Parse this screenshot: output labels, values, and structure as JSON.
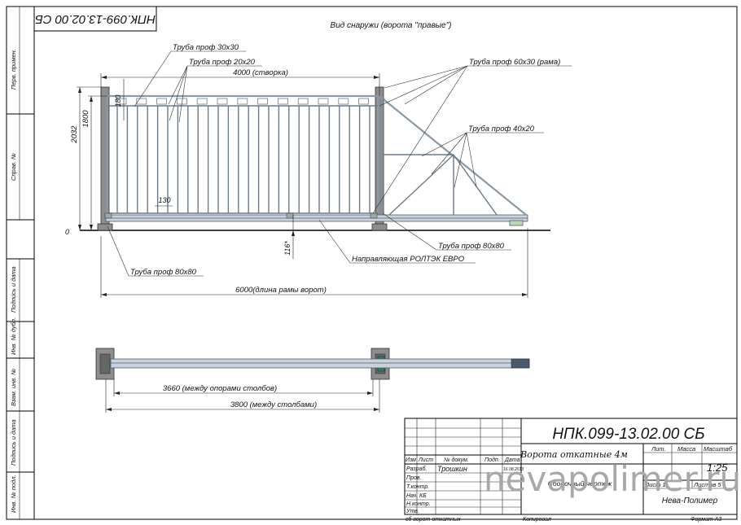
{
  "stamp_code_rotated": "НПК.099-13.02.00 СБ",
  "view_title": "Вид снаружи (ворота \"правые\")",
  "callouts": {
    "tube_30x30": "Труба проф 30x30",
    "tube_20x20": "Труба проф 20x20",
    "tube_60x30": "Труба проф 60x30 (рама)",
    "tube_40x20": "Труба проф 40x20",
    "tube_80x80_right": "Труба проф 80x80",
    "rail": "Направляющая РОЛТЭК ЕВРО",
    "tube_80x80_left": "Труба проф 80x80"
  },
  "dims": {
    "leaf_width": "4000 (створка)",
    "height_total": "2032",
    "height_leaf": "1800",
    "top_offset": "180",
    "pitch": "130",
    "zero": "0",
    "clearance": "116*",
    "frame_length": "6000(длина рамы ворот)",
    "between_supports": "3660 (между опорами столбов)",
    "between_posts": "3800 (между столбами)"
  },
  "side_stamps": {
    "perv_primen": "Перв. примен.",
    "sprav_no": "Справ. №",
    "podp_data_1": "Подпись и дата",
    "inv_dubl": "Инв. № дубл.",
    "vzam_inv": "Взам. инв. №",
    "podp_data_2": "Подпись и дата",
    "inv_podl": "Инв. № подл."
  },
  "title_block": {
    "code": "НПК.099-13.02.00 СБ",
    "name": "Ворота откатные 4м",
    "doc_type": "Сборочный чертеж",
    "col_izm": "Изм",
    "col_list": "Лист",
    "col_doc": "№ докум.",
    "col_podp": "Подп.",
    "col_data": "Дата",
    "razrab": "Разраб.",
    "razrab_name": "Трошкин",
    "razrab_date": "16.08.2013",
    "prov": "Пров.",
    "tkontr": "Т.контр.",
    "nach_kb": "Нач. КБ",
    "nkontr": "Н.контр.",
    "utv": "Утв.",
    "lit": "Лит.",
    "massa": "Масса",
    "masshtab": "Масштаб",
    "scale": "1:25",
    "sheet": "Лист 1",
    "sheets": "Листов 5",
    "org": "Нева-Полимер"
  },
  "footer": {
    "file": "сб ворот откатных",
    "kopiroval": "Копировал",
    "format": "Формат А3"
  },
  "watermark": "nevapolimer.ru"
}
